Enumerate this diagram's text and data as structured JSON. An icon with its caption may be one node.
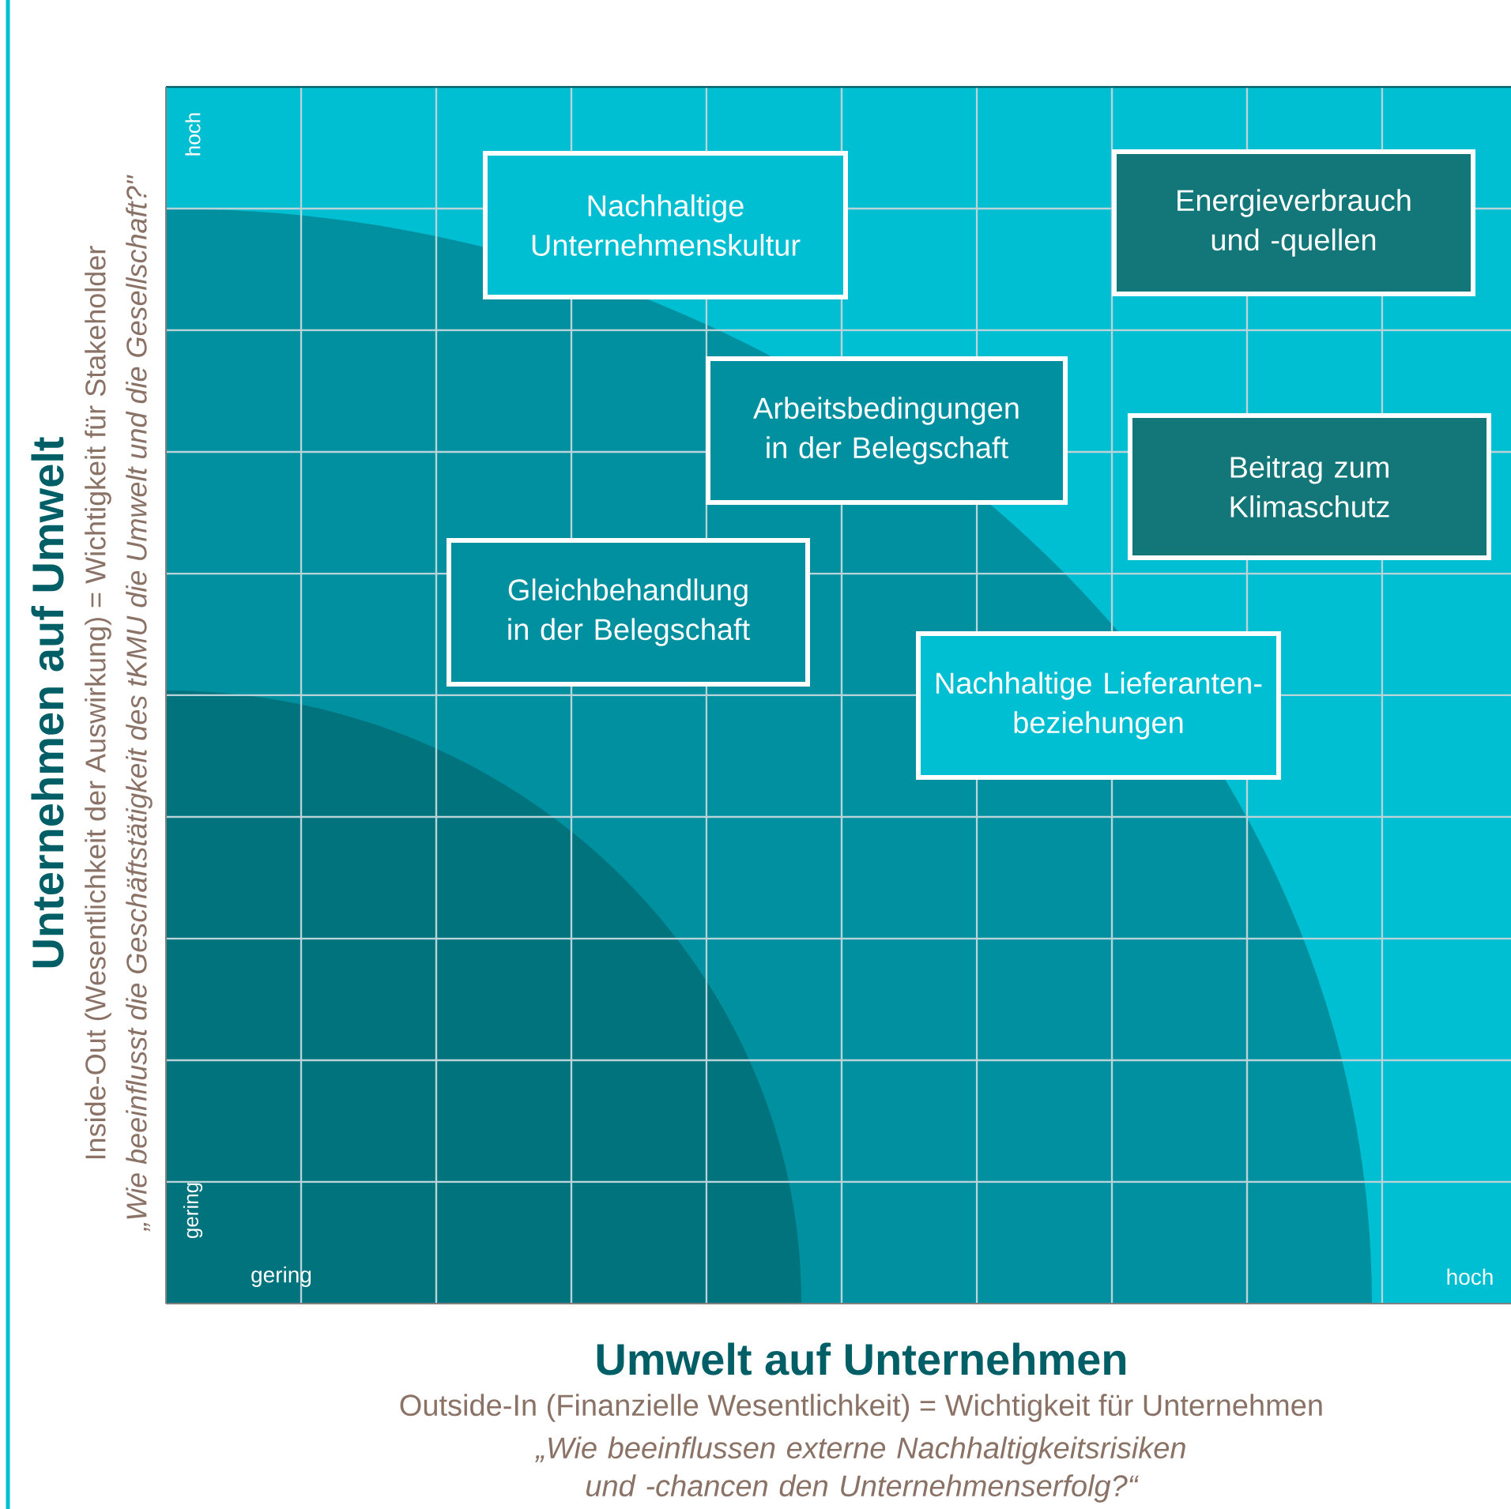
{
  "diagram": {
    "nodes": [
      {
        "text": [
          "Nachhaltige Unternehmenskultur"
        ]
      },
      {
        "text": [
          "Energieverbrauch und -quellen"
        ]
      },
      {
        "text": [
          "Arbeitsbedingungen in der Belegschaft"
        ]
      },
      {
        "text": [
          "Beitrag zum Klimaschutz"
        ]
      },
      {
        "text": [
          "Gleichbehandlung in der Belegschaft"
        ]
      },
      {
        "text": [
          "Nachhaltige Lieferanten- beziehungen"
        ]
      }
    ],
    "labels": [
      "hoch",
      "gering",
      "gering",
      "hoch",
      "Unternehmen auf Umwelt",
      "Inside-Out (Wesentlichkeit der Auswirkung) = Wichtigkeit für Stakeholder",
      "„Wie beeinflusst die Geschäftstätigkeit des tKMU die Umwelt und die Gesellschaft?\"",
      "Umwelt auf Unternehmen",
      "Outside-In (Finanzielle Wesentlichkeit) = Wichtigkeit für Unternehmen",
      "„Wie beeinflussen externe Nachhaltigkeitsrisiken und -chancen den Unternehmenserfolg?“"
    ]
  }
}
